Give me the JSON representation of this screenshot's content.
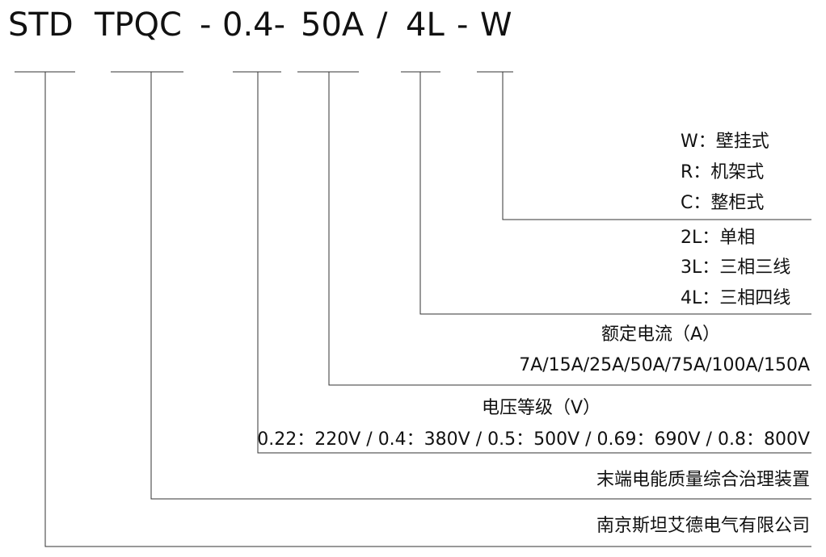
{
  "model_code": {
    "company": "STD",
    "product": "TPQC",
    "dash1": "-",
    "voltage": "0.4-",
    "current": "50A",
    "slash": "/",
    "phase": "4L",
    "dash2": "-",
    "mounting": "W"
  },
  "mounting_options": [
    "W：壁挂式",
    "R：机架式",
    "C：整柜式"
  ],
  "phase_options": [
    "2L：单相",
    "3L：三相三线",
    "4L：三相四线"
  ],
  "current_rating": {
    "title": "额定电流（A）",
    "values": "7A/15A/25A/50A/75A/100A/150A"
  },
  "voltage_class": {
    "title": "电压等级（V）",
    "values": "0.22：220V / 0.4：380V / 0.5：500V / 0.69：690V / 0.8：800V"
  },
  "product_name": "末端电能质量综合治理装置",
  "company_name": "南京斯坦艾德电气有限公司"
}
